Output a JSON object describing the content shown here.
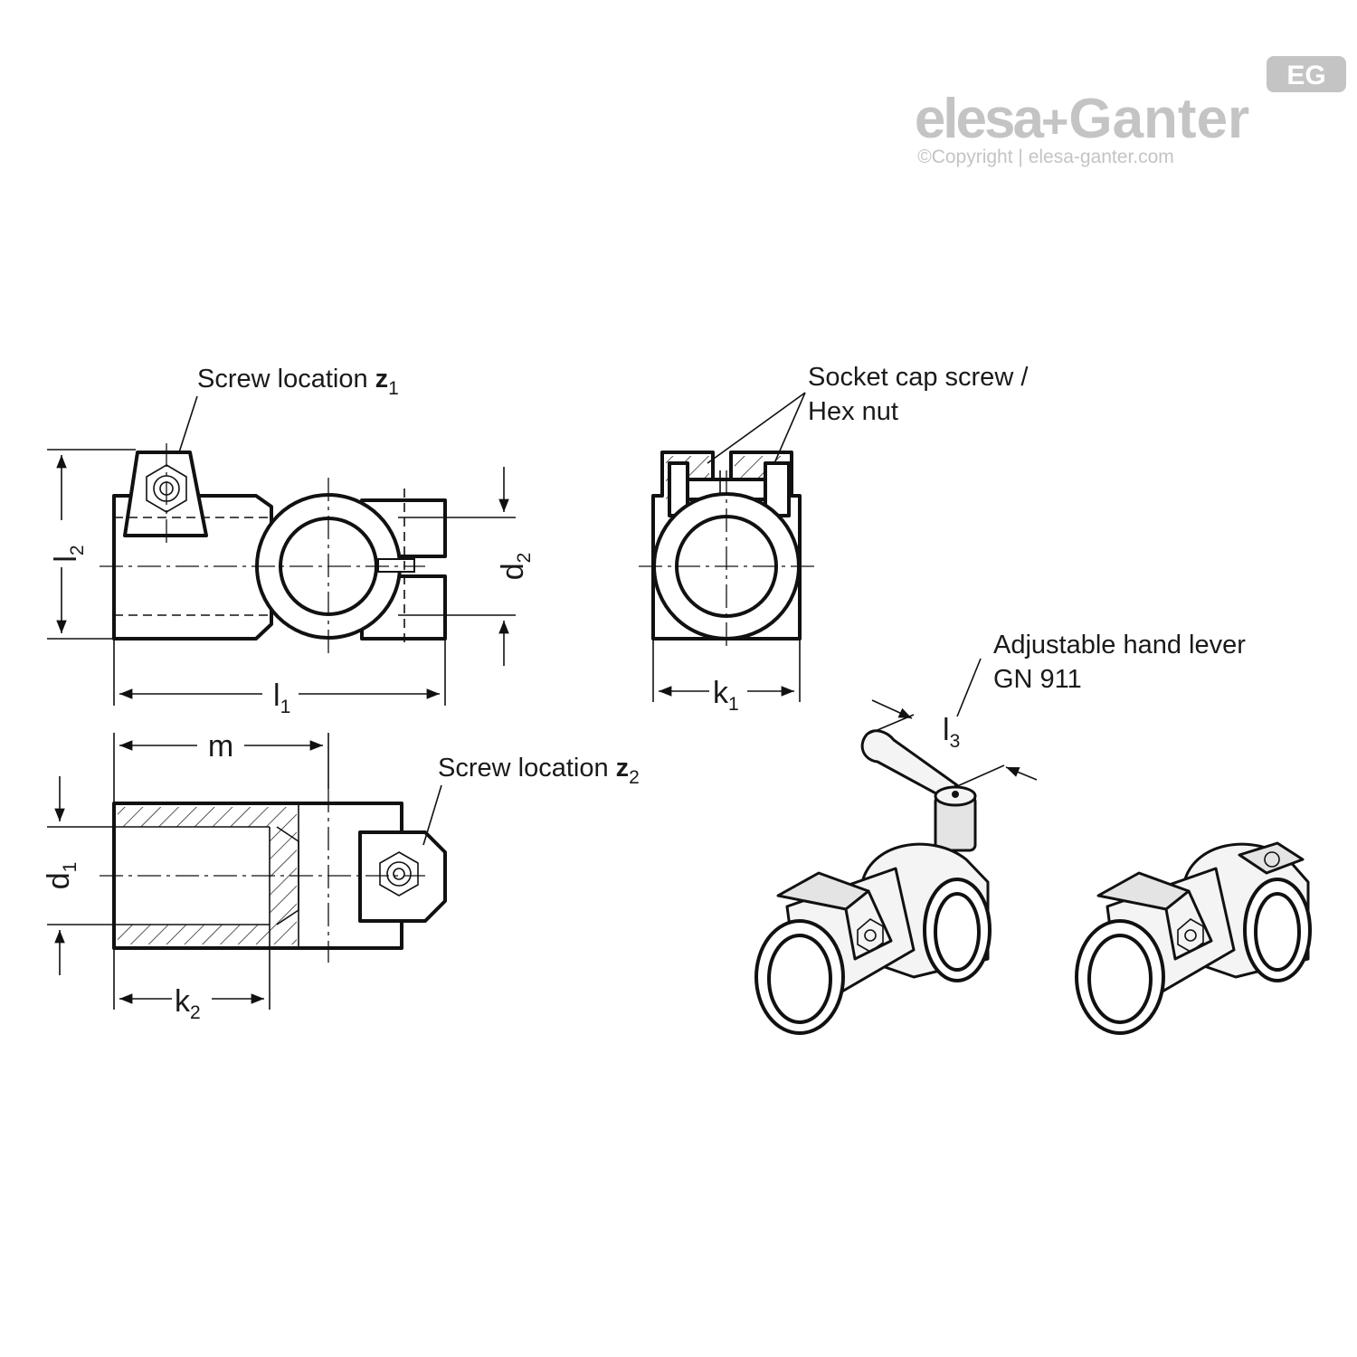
{
  "brand": {
    "badge": "EG",
    "logo_left": "elesa",
    "logo_plus": "+",
    "logo_right": "Ganter",
    "copyright": "©Copyright | elesa-ganter.com"
  },
  "callouts": {
    "screw_z1": {
      "text": "Screw location ",
      "symbol": "z",
      "sub": "1"
    },
    "screw_z2": {
      "text": "Screw location ",
      "symbol": "z",
      "sub": "2"
    },
    "socket_line1": "Socket cap screw /",
    "socket_line2": "Hex nut",
    "lever_line1": "Adjustable hand lever",
    "lever_line2": "GN 911"
  },
  "dimensions": {
    "l2": {
      "main": "l",
      "sub": "2"
    },
    "l1": {
      "main": "l",
      "sub": "1"
    },
    "d2": {
      "main": "d",
      "sub": "2"
    },
    "k1": {
      "main": "k",
      "sub": "1"
    },
    "m": {
      "main": "m",
      "sub": ""
    },
    "d1": {
      "main": "d",
      "sub": "1"
    },
    "k2": {
      "main": "k",
      "sub": "2"
    },
    "l3": {
      "main": "l",
      "sub": "3"
    }
  }
}
